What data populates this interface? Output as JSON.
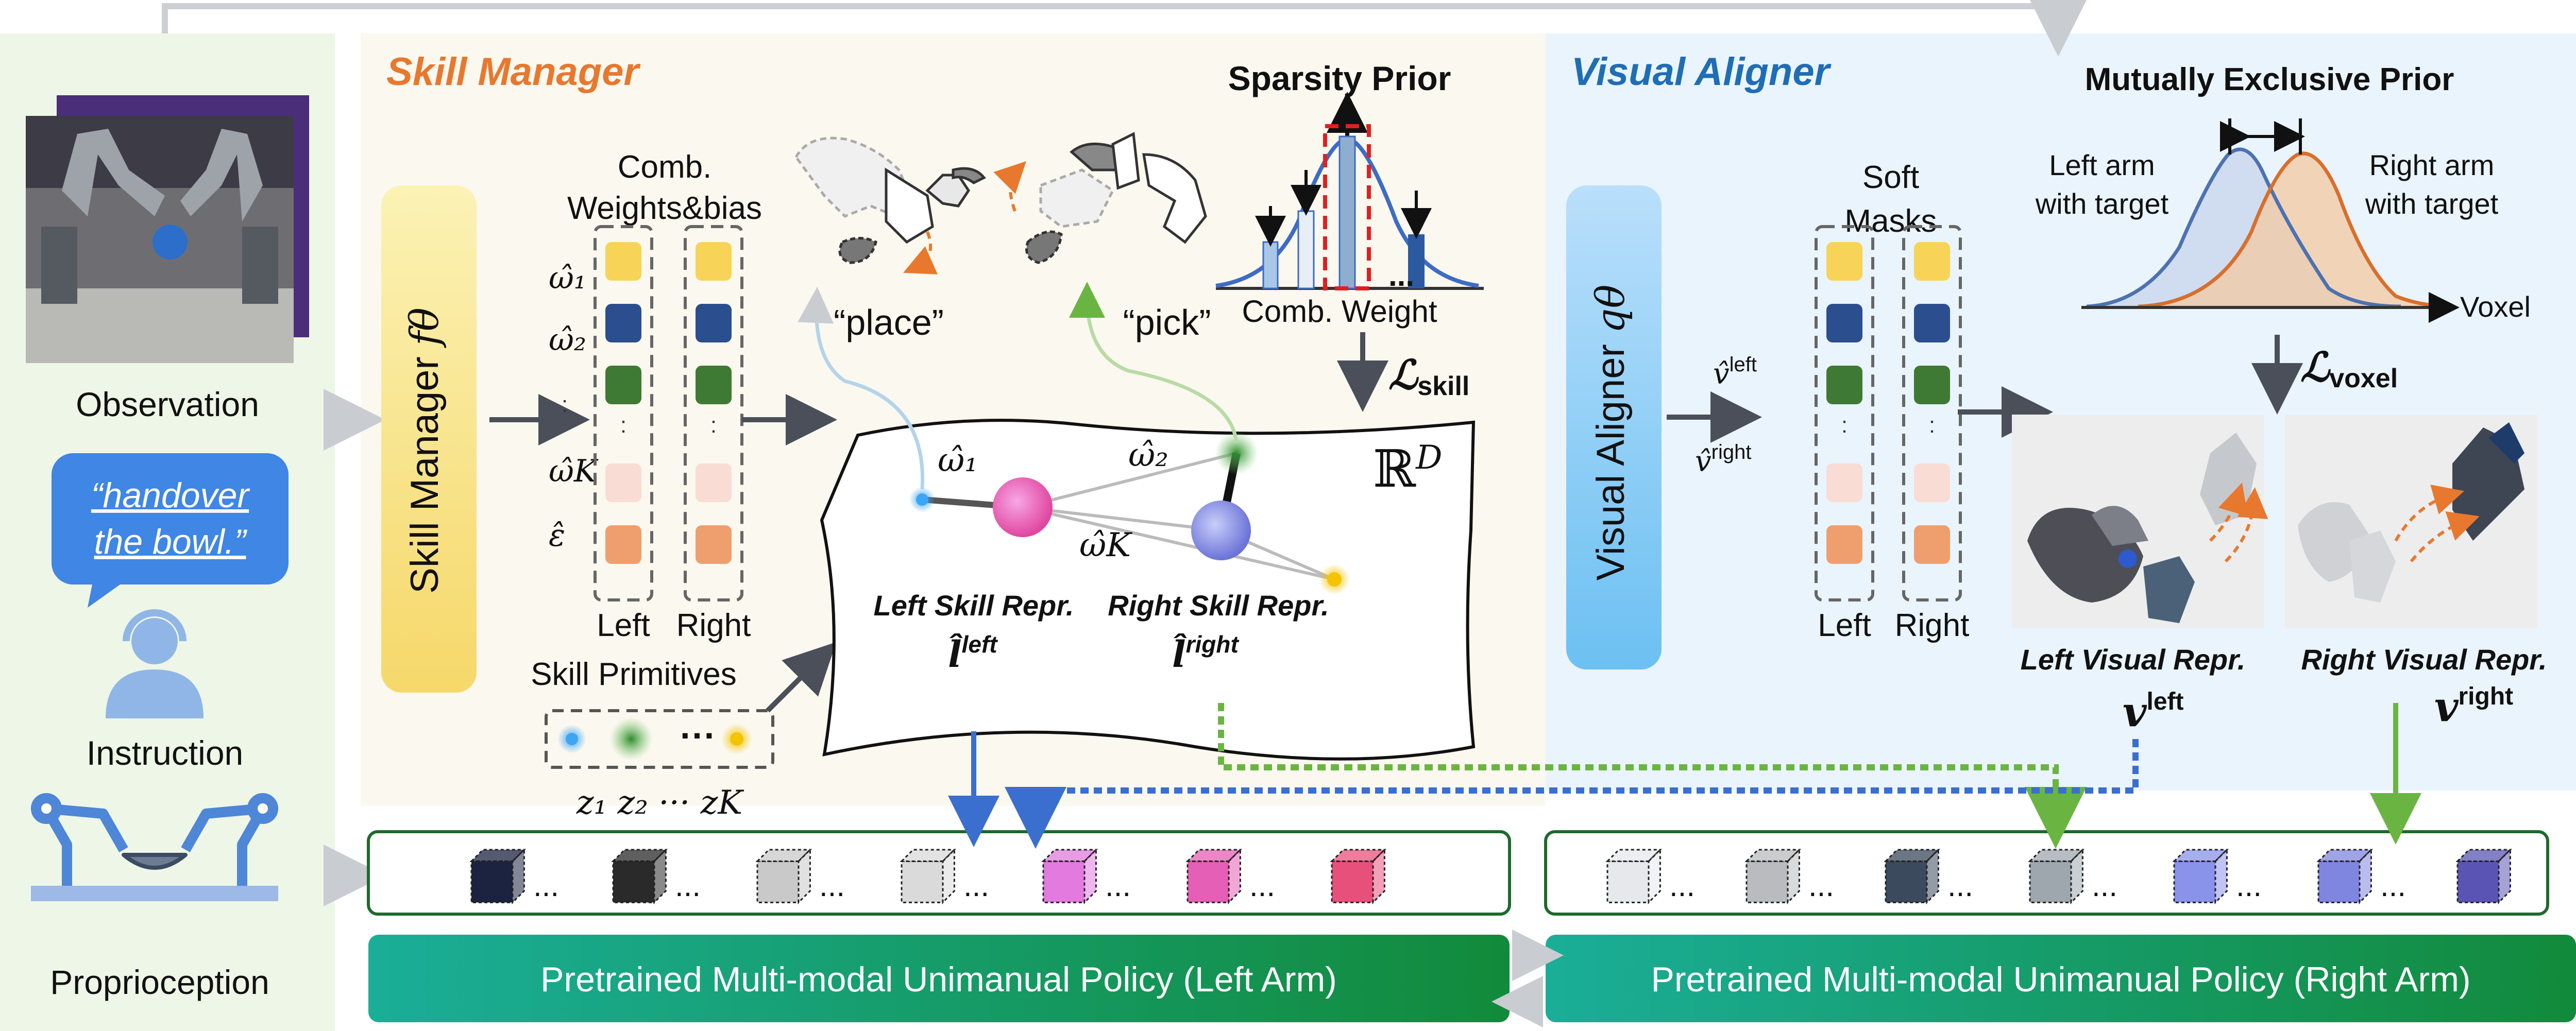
{
  "left_panel": {
    "observation": "Observation",
    "instruction_text": "“handover the bowl.”",
    "instruction_line1": "“handover",
    "instruction_line2": "the bowl.”",
    "instruction": "Instruction",
    "proprioception": "Proprioception"
  },
  "skill_manager": {
    "title": "Skill Manager",
    "module_label": "Skill Manager",
    "module_symbol": "fθ",
    "comb_line1": "Comb.",
    "comb_line2": "Weights&bias",
    "weight_symbols": [
      "ω̂₁",
      "ω̂₂",
      "ω̂K",
      "ε̂"
    ],
    "col_left": "Left",
    "col_right": "Right",
    "primitives_label": "Skill Primitives",
    "z_labels": "z₁  z₂ ··· zK",
    "place": "“place”",
    "pick": "“pick”",
    "space_symbol": "ℝ",
    "space_sup": "D",
    "omega1": "ω̂₁",
    "omega2": "ω̂₂",
    "omegaK": "ω̂K",
    "left_skill_repr": "Left Skill Repr.",
    "right_skill_repr": "Right Skill Repr.",
    "left_l": "l̂",
    "left_sup": "left",
    "right_l": "l̂",
    "right_sup": "right"
  },
  "sparsity_prior": {
    "title": "Sparsity Prior",
    "xlabel": "Comb. Weight",
    "ellipsis": "...",
    "loss": "ℒ",
    "loss_sub": "skill"
  },
  "visual_aligner": {
    "title": "Visual Aligner",
    "module_label": "Visual Aligner",
    "module_symbol": "qθ",
    "masks_line1": "Soft",
    "masks_line2": "Masks",
    "v_left": "v̂",
    "v_left_sup": "left",
    "v_right": "v̂",
    "v_right_sup": "right",
    "col_left": "Left",
    "col_right": "Right",
    "left_visual_repr": "Left Visual Repr.",
    "right_visual_repr": "Right Visual Repr.",
    "vleft": "v",
    "vleft_sup": "left",
    "vright": "v",
    "vright_sup": "right"
  },
  "mutually_exclusive_prior": {
    "title": "Mutually Exclusive Prior",
    "left_curve_line1": "Left arm",
    "left_curve_line2": "with target",
    "right_curve_line1": "Right arm",
    "right_curve_line2": "with target",
    "xlabel": "Voxel",
    "loss": "ℒ",
    "loss_sub": "voxel"
  },
  "policies": {
    "left": "Pretrained Multi-modal Unimanual Policy (Left Arm)",
    "right": "Pretrained Multi-modal Unimanual Policy (Right Arm)",
    "ellipsis": "..."
  },
  "colors": {
    "skill_title": "#E8782E",
    "visual_title": "#1F6DB5",
    "mask_yellow": "#F7D457",
    "mask_blue": "#2B4E8E",
    "mask_green": "#3F7A34",
    "mask_pink": "#F9DCD3",
    "mask_orange": "#EF9F6E",
    "policy_gradient_start": "#17A98F",
    "policy_gradient_end": "#138A3E",
    "left_curve": "#4C72B0",
    "right_curve": "#D86F2C"
  }
}
